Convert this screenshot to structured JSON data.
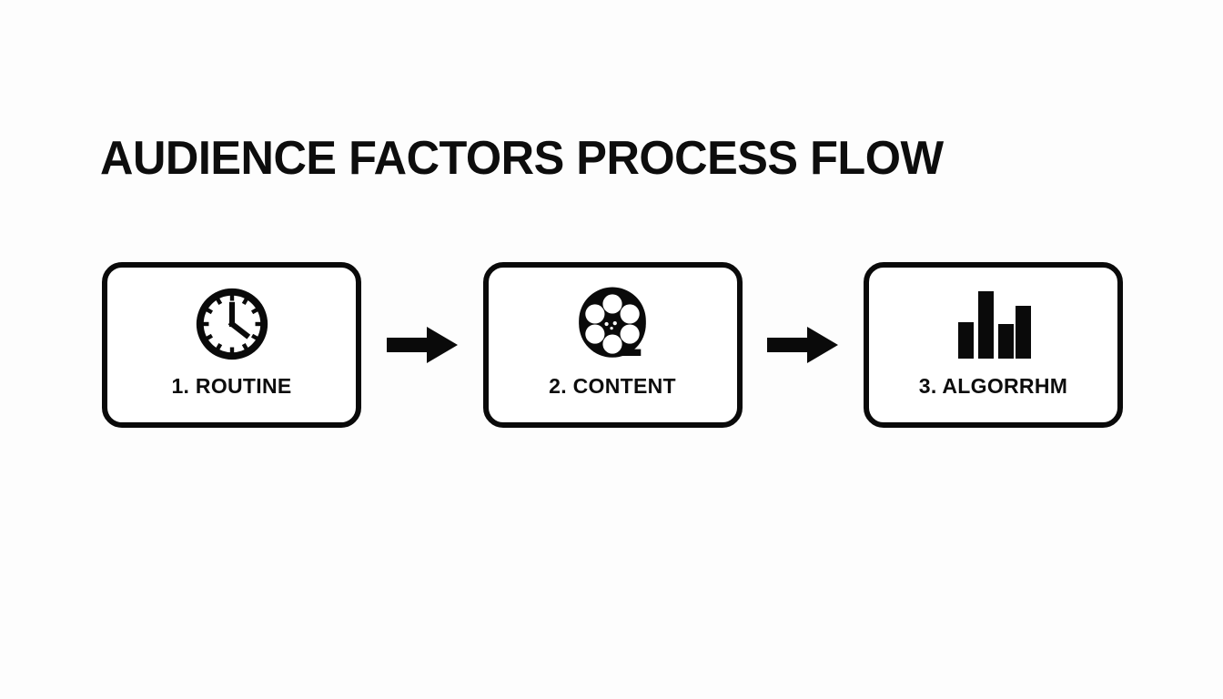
{
  "slide": {
    "title": "AUDIENCE FACTORS PROCESS FLOW",
    "background_color": "#fdfdfd",
    "ink_color": "#0a0a0a"
  },
  "flow": {
    "steps": [
      {
        "label": "1. ROUTINE",
        "icon": "clock-icon"
      },
      {
        "label": "2. CONTENT",
        "icon": "film-reel-icon"
      },
      {
        "label": "3. ALGORRHM",
        "icon": "bar-chart-icon"
      }
    ],
    "connectors": [
      {
        "icon": "arrow-right-icon"
      },
      {
        "icon": "arrow-right-icon"
      }
    ]
  },
  "chart_data": {
    "type": "bar",
    "title": "",
    "categories": [
      "1",
      "2",
      "3",
      "4"
    ],
    "values": [
      36,
      68,
      34,
      55
    ],
    "xlabel": "",
    "ylabel": "",
    "ylim": [
      0,
      72
    ],
    "grid": false,
    "legend": "none",
    "note": "decorative bar-chart glyph inside step 3"
  }
}
